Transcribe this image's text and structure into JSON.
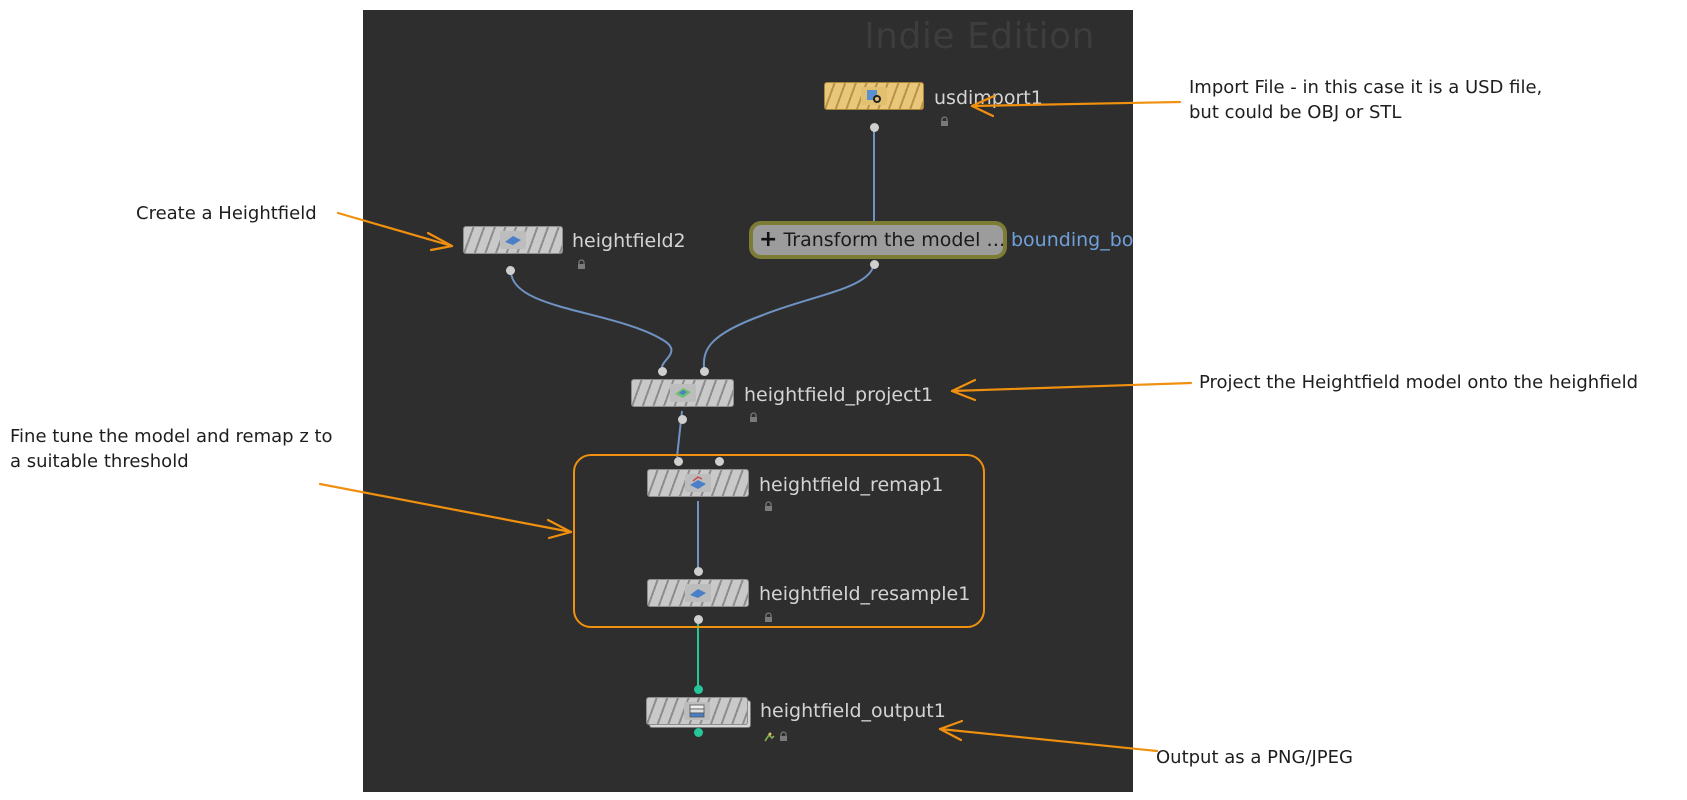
{
  "watermark": "Indie Edition",
  "nodes": {
    "usdimport": "usdimport1",
    "heightfield": "heightfield2",
    "project": "heightfield_project1",
    "remap": "heightfield_remap1",
    "resample": "heightfield_resample1",
    "output": "heightfield_output1"
  },
  "subnet": {
    "label": "Transform the model …",
    "network_label": "bounding_bo"
  },
  "annotations": {
    "import": [
      "Import File - in this case it is a USD file,",
      "but could be  OBJ or STL"
    ],
    "create": "Create a Heightfield",
    "project": "Project the Heightfield model onto the heighfield",
    "finetune": [
      "Fine tune the model and remap z to",
      "a suitable threshold"
    ],
    "output": "Output as a PNG/JPEG"
  },
  "colors": {
    "panel": "#2e2e2e",
    "wire": "#6f93c3",
    "wire_green": "#27c59a",
    "annotation_arrow": "#f0900f",
    "folder_node": "#e9c77a"
  }
}
